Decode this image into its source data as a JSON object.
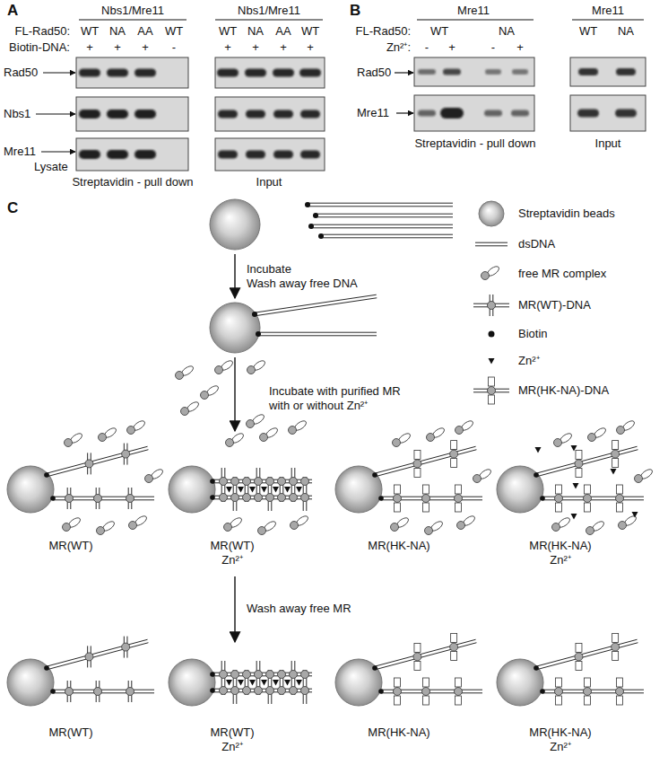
{
  "diagram": {
    "labels": [
      "A",
      "Nbs1/Mre11",
      "Nbs1/Mre11",
      "FL-Rad50:",
      "WT",
      "NA",
      "AA",
      "WT",
      "WT",
      "NA",
      "AA",
      "WT",
      "Biotin-DNA:",
      "+",
      "+",
      "+",
      "-",
      "+",
      "+",
      "+",
      "+",
      "Rad50",
      "Nbs1",
      "Mre11",
      "Lysate",
      "Streptavidin - pull down",
      "Input",
      "B",
      "Mre11",
      "Mre11",
      "FL-Rad50:",
      "WT",
      "NA",
      "WT",
      "NA",
      "Zn²⁺:",
      "-",
      "+",
      "-",
      "+",
      "Rad50",
      "Mre11",
      "Streptavidin - pull down",
      "Input",
      "C",
      "Incubate",
      "Wash away free DNA",
      "Incubate with purified MR",
      "with or without Zn²⁺",
      "MR(WT)",
      "MR(WT) Zn²⁺",
      "MR(HK-NA)",
      "MR(HK-NA) Zn²⁺",
      "Wash away free MR",
      "MR(WT)",
      "MR(WT) Zn²⁺",
      "MR(HK-NA)",
      "MR(HK-NA) Zn²⁺"
    ],
    "legend": [
      {
        "text": "Streptavidin beads"
      },
      {
        "text": "dsDNA"
      },
      {
        "text": "free MR complex"
      },
      {
        "text": "MR(WT)-DNA"
      },
      {
        "text": "Biotin"
      },
      {
        "text": "Zn²⁺"
      },
      {
        "text": "MR(HK-NA)-DNA"
      }
    ]
  }
}
